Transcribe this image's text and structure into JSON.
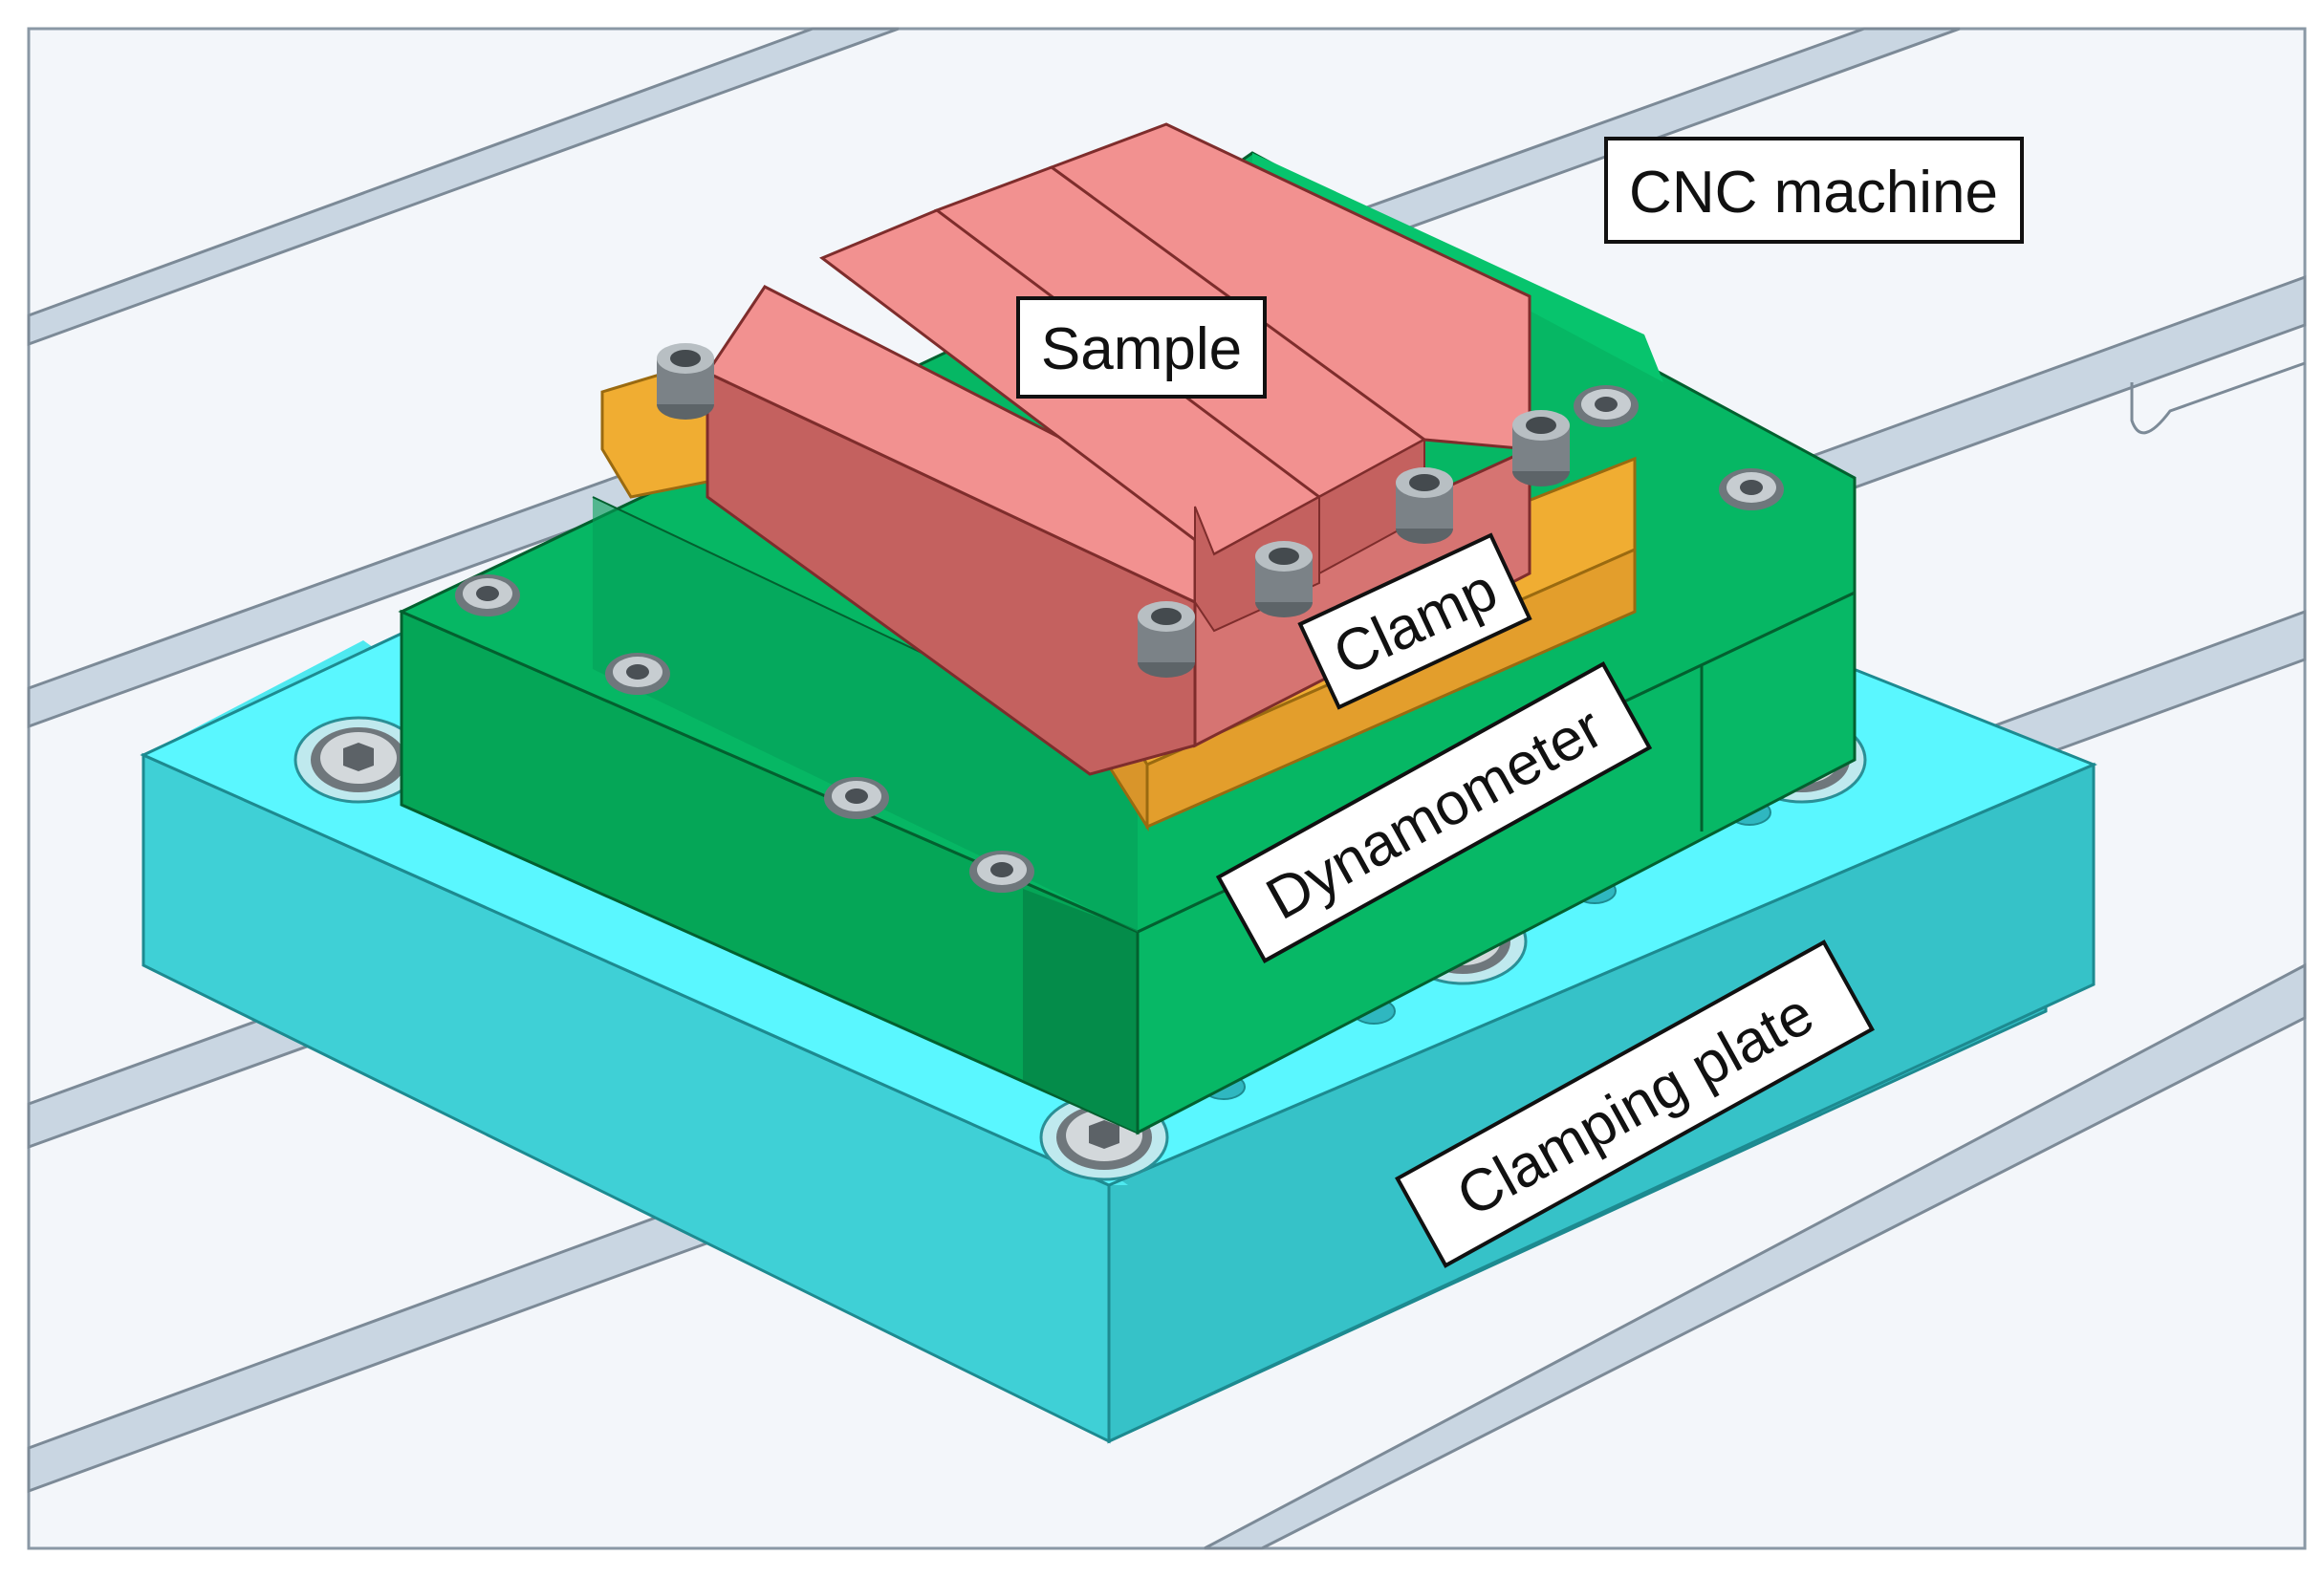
{
  "labels": {
    "cnc": "CNC machine",
    "sample": "Sample",
    "clamp": "Clamp",
    "dynamometer": "Dynamometer",
    "plate": "Clamping plate"
  },
  "colors": {
    "background": "#ffffff",
    "table_top": "#f3f6fa",
    "table_slot": "#c9d6e2",
    "plate_top": "#5af7ff",
    "plate_side": "#40dde6",
    "plate_front": "#36c2c8",
    "dyno_top": "#06b764",
    "dyno_side": "#058a4a",
    "dyno_front": "#05a657",
    "sample_top": "#f29190",
    "sample_side": "#c4615f",
    "clamp": "#f0ad32",
    "screw": "#9aa1a6"
  },
  "icons": [
    "screw-head-icon",
    "bolt-head-icon"
  ]
}
